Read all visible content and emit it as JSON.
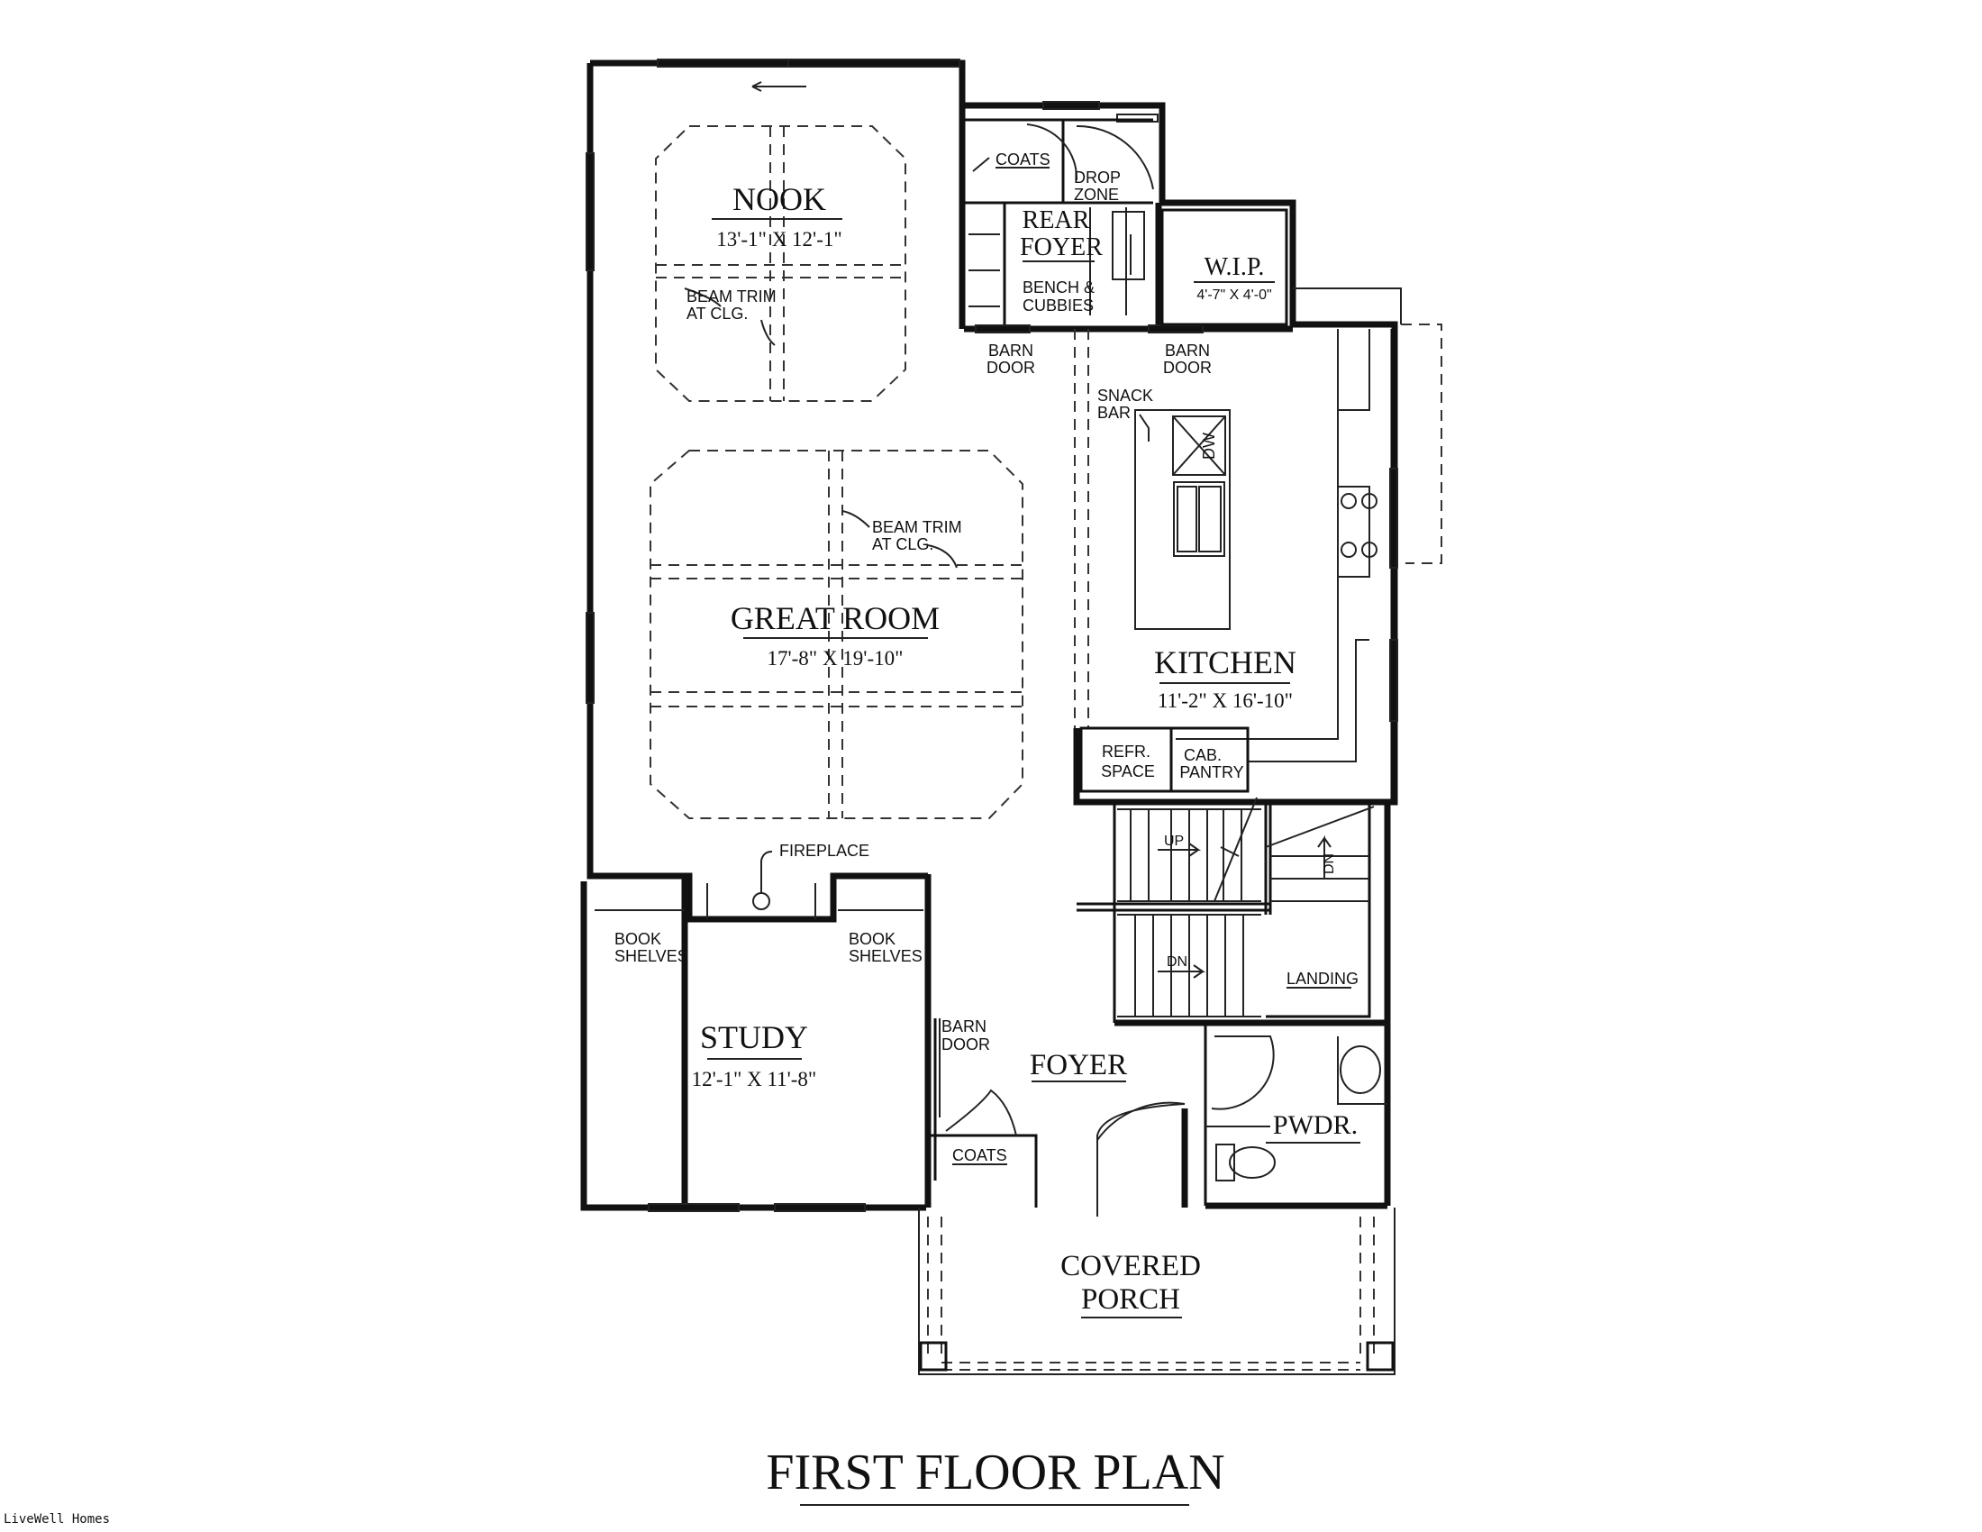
{
  "rooms": {
    "nook": {
      "name": "NOOK",
      "dims": "13'-1\" X 12'-1\""
    },
    "rear_foyer": {
      "line1": "REAR",
      "line2": "FOYER"
    },
    "wip": {
      "name": "W.I.P.",
      "dims": "4'-7\" X 4'-0\""
    },
    "great_room": {
      "name": "GREAT ROOM",
      "dims": "17'-8\" X 19'-10\""
    },
    "kitchen": {
      "name": "KITCHEN",
      "dims": "11'-2\" X 16'-10\""
    },
    "study": {
      "name": "STUDY",
      "dims": "12'-1\" X 11'-8\""
    },
    "foyer": {
      "name": "FOYER"
    },
    "powder": {
      "name": "PWDR."
    },
    "covered_porch": {
      "line1": "COVERED",
      "line2": "PORCH"
    }
  },
  "notes": {
    "coats_rear": "COATS",
    "drop_zone_1": "DROP",
    "drop_zone_2": "ZONE",
    "bench_1": "BENCH &",
    "bench_2": "CUBBIES",
    "beam_trim_nook_1": "BEAM TRIM",
    "beam_trim_nook_2": "AT CLG.",
    "beam_trim_great_1": "BEAM TRIM",
    "beam_trim_great_2": "AT CLG.",
    "barn_door_left_1": "BARN",
    "barn_door_left_2": "DOOR",
    "barn_door_right_1": "BARN",
    "barn_door_right_2": "DOOR",
    "snack_bar_1": "SNACK",
    "snack_bar_2": "BAR",
    "dw": "DW",
    "refr_1": "REFR.",
    "refr_2": "SPACE",
    "pantry_1": "CAB.",
    "pantry_2": "PANTRY",
    "fireplace": "FIREPLACE",
    "shelves_left_1": "BOOK",
    "shelves_left_2": "SHELVES",
    "shelves_right_1": "BOOK",
    "shelves_right_2": "SHELVES",
    "up": "UP",
    "dn_stair": "DN",
    "dn_landing": "DN",
    "landing": "LANDING",
    "barn_door_study_1": "BARN",
    "barn_door_study_2": "DOOR",
    "coats_foyer": "COATS"
  },
  "title": "FIRST FLOOR PLAN",
  "footer": "LiveWell Homes"
}
